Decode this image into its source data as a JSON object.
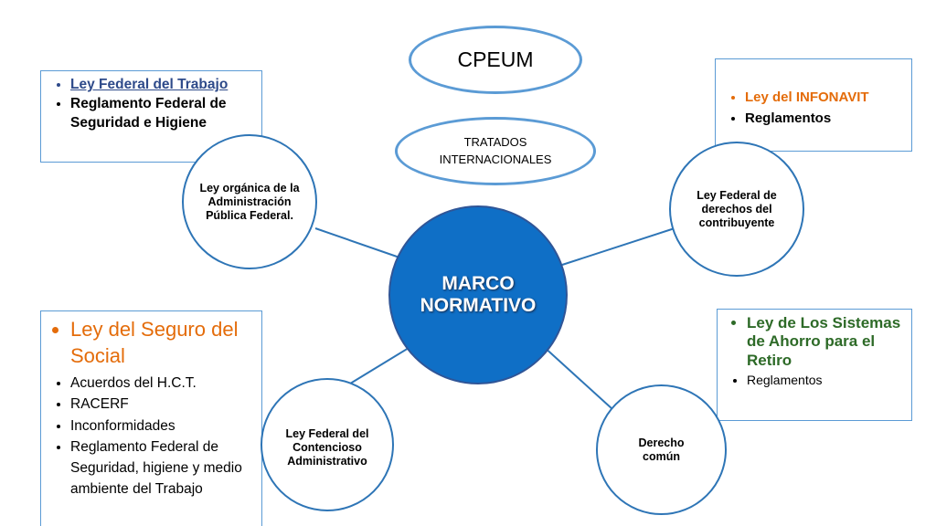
{
  "top": {
    "cpeum": "CPEUM",
    "tratados_line1": "TRATADOS",
    "tratados_line2": "INTERNACIONALES"
  },
  "center": {
    "line1": "MARCO",
    "line2": "NORMATIVO"
  },
  "nodes": {
    "admin": "Ley orgánica de la Administración Pública Federal.",
    "contribuyente": "Ley Federal de derechos del contribuyente",
    "contencioso": "Ley Federal del Contencioso Administrativo",
    "derecho_comun": "Derecho común"
  },
  "boxes": {
    "top_left": [
      "Ley Federal del Trabajo",
      "Reglamento Federal de Seguridad e Higiene"
    ],
    "top_right": [
      "Ley del INFONAVIT",
      "Reglamentos"
    ],
    "bottom_left": [
      "Ley del Seguro del Social",
      "Acuerdos del H.C.T.",
      "RACERF",
      "Inconformidades",
      "Reglamento Federal de Seguridad, higiene y medio ambiente del Trabajo"
    ],
    "bottom_right": [
      "Ley de Los Sistemas de Ahorro para el Retiro",
      "Reglamentos"
    ]
  },
  "colors": {
    "center_fill": "#0f6fc6",
    "node_border": "#2e75b6",
    "link_blue": "#2e4a8a",
    "accent_orange": "#e46c0a",
    "accent_green": "#2d6a27"
  }
}
